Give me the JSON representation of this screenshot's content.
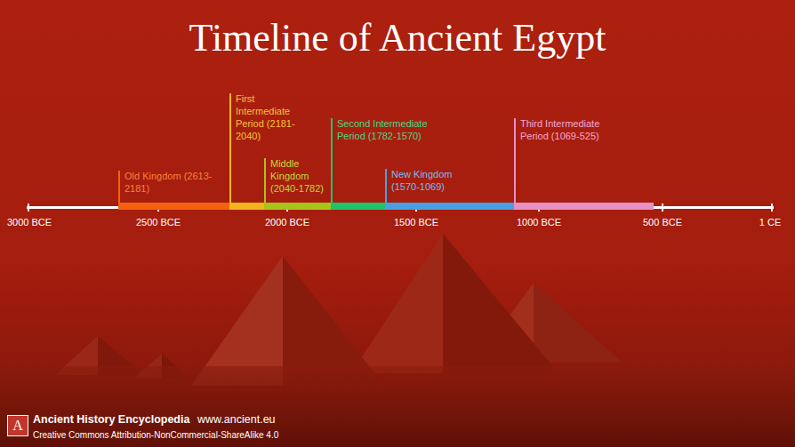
{
  "diagram": {
    "title": "Timeline of Ancient Egypt",
    "nodes": [
      {
        "text": [
          "Old Kingdom (2613-2181)"
        ]
      },
      {
        "text": [
          "First Intermediate Period (2181-2040)"
        ]
      },
      {
        "text": [
          "Middle Kingdom (2040-1782)"
        ]
      },
      {
        "text": [
          "Second Intermediate Period (1782-1570)"
        ]
      },
      {
        "text": [
          "New Kingdom (1570-1069)"
        ]
      },
      {
        "text": [
          "Third Intermediate Period (1069-525)"
        ]
      }
    ],
    "labels": [
      "3000 BCE",
      "2500 BCE",
      "2000 BCE",
      "1500 BCE",
      "1000 BCE",
      "500 BCE",
      "1 CE",
      "A",
      "Ancient History Encyclopedia",
      "www.ancient.eu",
      "Creative Commons Attribution-NonCommercial-ShareAlike 4.0"
    ]
  }
}
